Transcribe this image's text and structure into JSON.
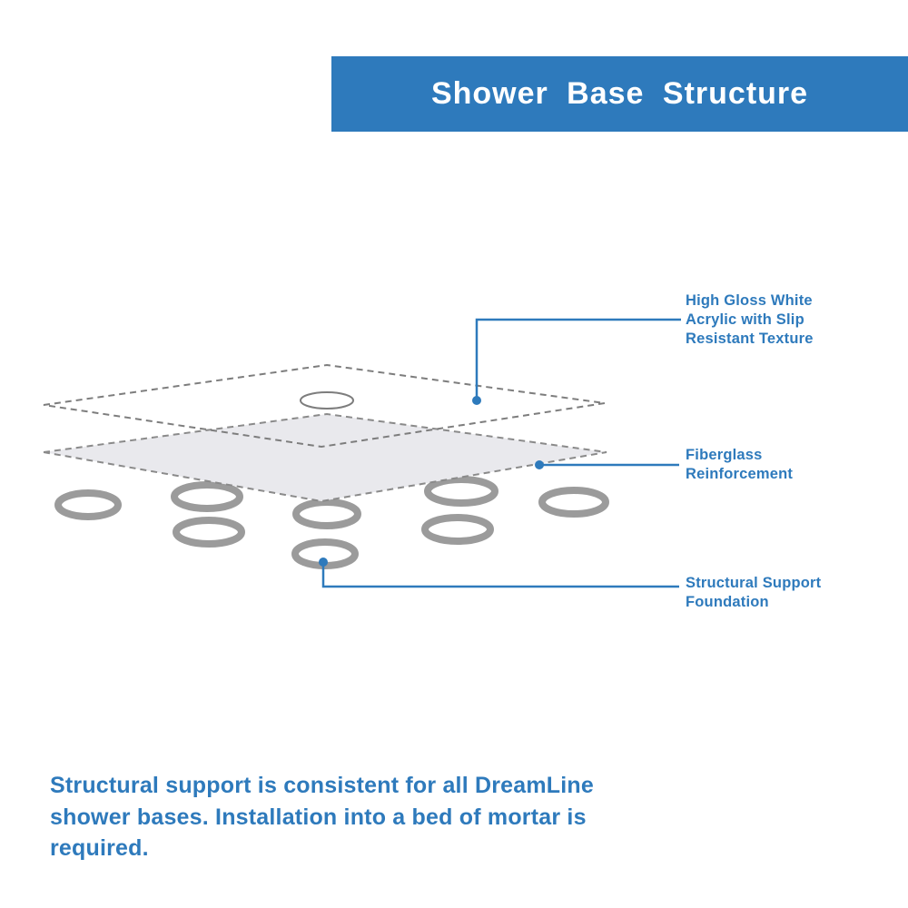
{
  "header": {
    "title": "Shower Base Structure"
  },
  "callouts": [
    {
      "label": "High Gloss White Acrylic with Slip Resistant Texture",
      "lines": [
        "High Gloss White",
        "Acrylic with Slip",
        "Resistant Texture"
      ]
    },
    {
      "label": "Fiberglass Reinforcement",
      "lines": [
        "Fiberglass",
        "Reinforcement"
      ]
    },
    {
      "label": "Structural Support Foundation",
      "lines": [
        "Structural Support",
        "Foundation"
      ]
    }
  ],
  "footer": {
    "text": "Structural support is consistent for all DreamLine shower bases. Installation into a bed of mortar is required."
  },
  "colors": {
    "accent_blue": "#2e7abc",
    "layer_fill": "#e9e9ed",
    "dashed_outline_gray": "#7d7d7d",
    "ring_gray": "#9b9b9b"
  }
}
